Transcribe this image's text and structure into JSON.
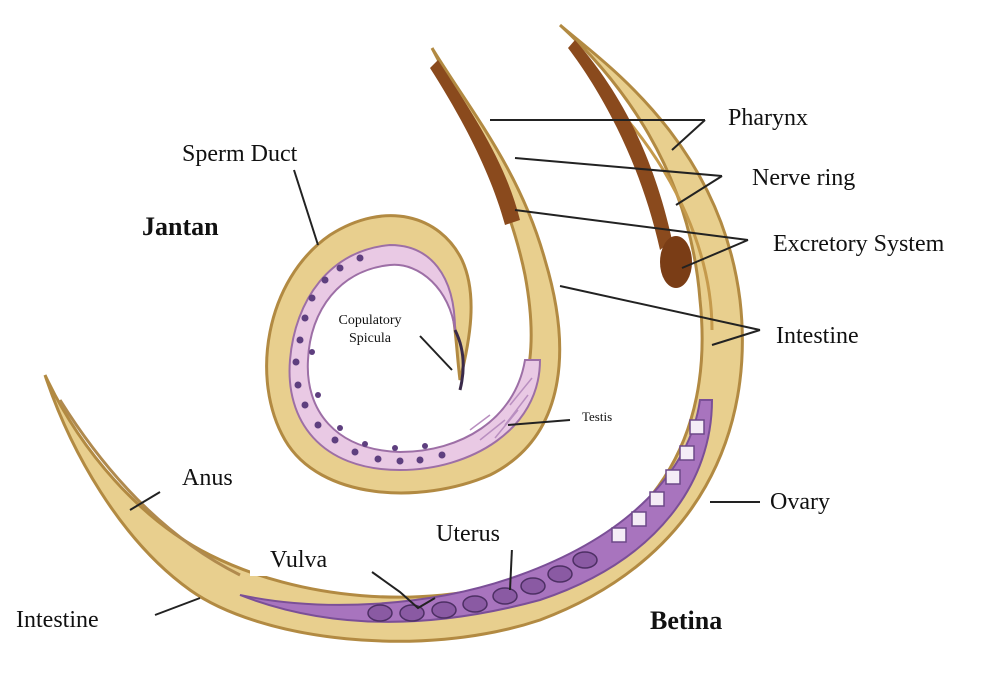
{
  "colors": {
    "background": "#ffffff",
    "body_tan": "#e8cf8e",
    "body_outline": "#b28a42",
    "male_inner": "#e9c9e4",
    "female_inner": "#a874be",
    "pharynx": "#8a4a1d",
    "cell_dot": "#5e3f7f",
    "leader_line": "#222222"
  },
  "labels": {
    "pharynx": "Pharynx",
    "nerve_ring": "Nerve ring",
    "excretory_system": "Excretory System",
    "intestine_right": "Intestine",
    "sperm_duct": "Sperm Duct",
    "jantan": "Jantan",
    "copulatory_line1": "Copulatory",
    "copulatory_line2": "Spicula",
    "testis": "Testis",
    "anus": "Anus",
    "ovary": "Ovary",
    "uterus": "Uterus",
    "vulva": "Vulva",
    "intestine_left": "Intestine",
    "betina": "Betina"
  }
}
